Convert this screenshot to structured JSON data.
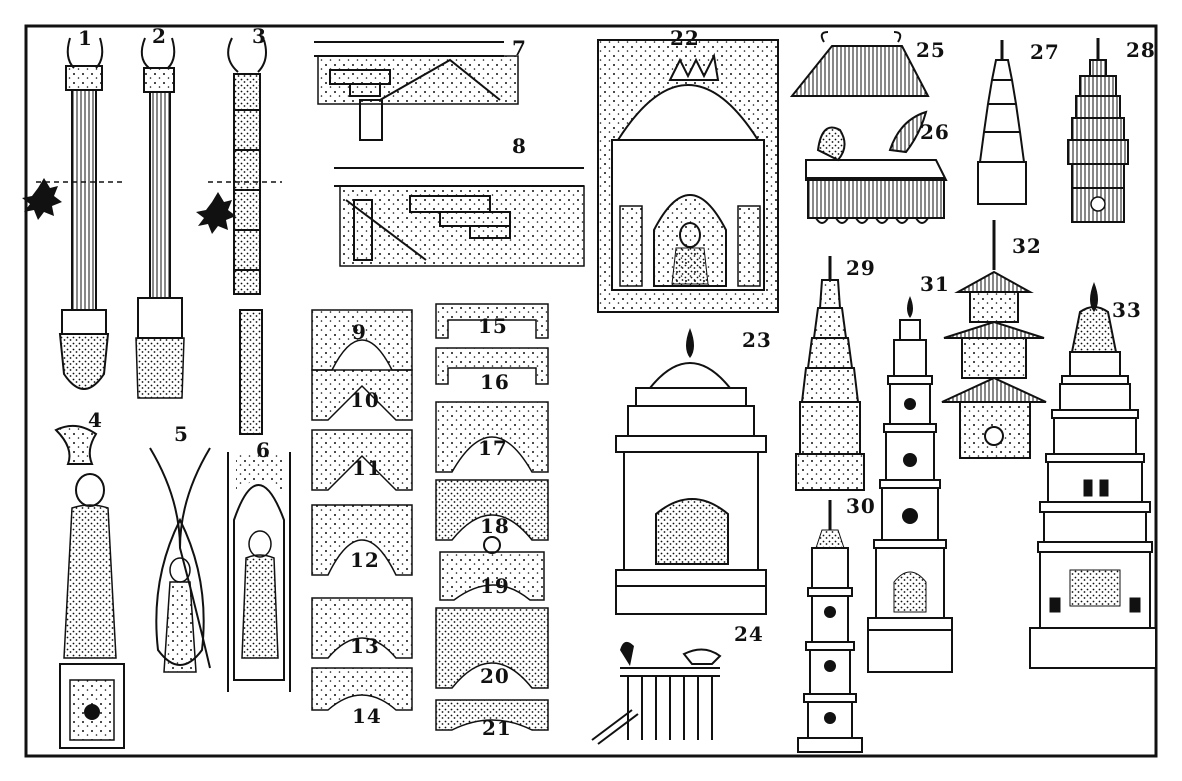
{
  "plate": {
    "figure_numbers": [
      "1",
      "2",
      "3",
      "4",
      "5",
      "6",
      "7",
      "8",
      "9",
      "10",
      "11",
      "12",
      "13",
      "14",
      "15",
      "16",
      "17",
      "18",
      "19",
      "20",
      "21",
      "22",
      "23",
      "24",
      "25",
      "26",
      "27",
      "28",
      "29",
      "30",
      "31",
      "32",
      "33"
    ]
  },
  "colors": {
    "ink": "#111111",
    "paper": "#ffffff"
  }
}
